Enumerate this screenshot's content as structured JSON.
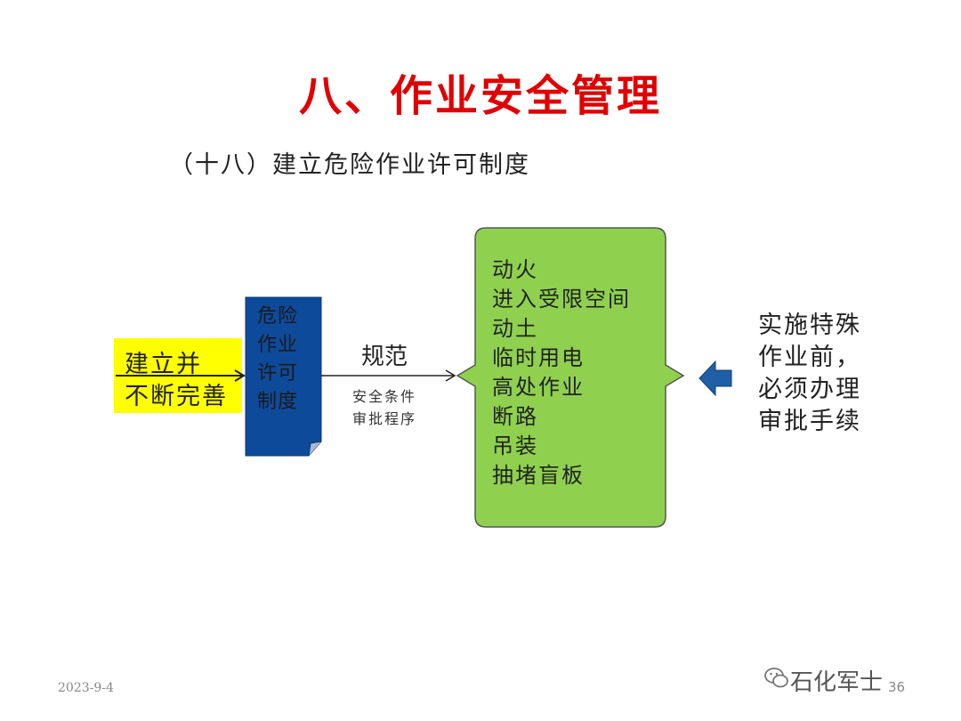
{
  "title": "八、作业安全管理",
  "subtitle": "（十八）建立危险作业许可制度",
  "left_box": {
    "line1": "建立并",
    "line2": "不断完善"
  },
  "document": {
    "lines": [
      "危险",
      "作业",
      "许可",
      "制度"
    ]
  },
  "arrow_label": {
    "main": "规范",
    "sub1": "安全条件",
    "sub2": "审批程序"
  },
  "work_types": [
    "动火",
    "进入受限空间",
    "动土",
    "临时用电",
    "高处作业",
    "断路",
    "吊装",
    "抽堵盲板"
  ],
  "right_note": [
    "实施特殊",
    "作业前，",
    "必须办理",
    "审批手续"
  ],
  "footer": {
    "date": "2023-9-4",
    "page": "36",
    "watermark": "石化军士"
  },
  "colors": {
    "title": "#e00000",
    "yellow": "#ffff00",
    "doc_blue": "#0d4a9a",
    "green": "#8fd14f",
    "arrow_blue": "#1f5fa8"
  },
  "icons": {
    "watermark_icon": "wechat-icon",
    "left_arrow": "arrow-right-icon",
    "right_arrow": "arrow-left-icon"
  }
}
